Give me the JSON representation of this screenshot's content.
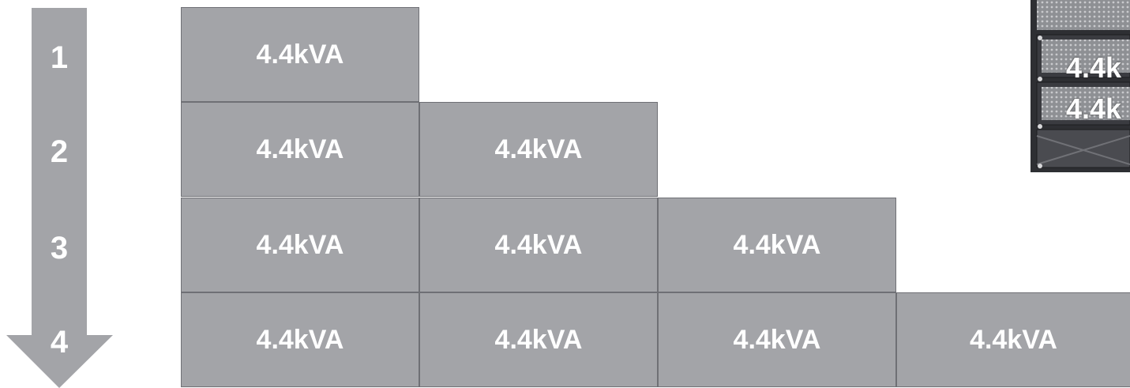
{
  "colors": {
    "arrow": "#a3a4a8",
    "cell": "#a3a4a8",
    "cell_border": "#6f7075",
    "text": "#ffffff"
  },
  "steps": [
    "1",
    "2",
    "3",
    "4"
  ],
  "rows": [
    {
      "cells": [
        "4.4kVA"
      ]
    },
    {
      "cells": [
        "4.4kVA",
        "4.4kVA"
      ]
    },
    {
      "cells": [
        "4.4kVA",
        "4.4kVA",
        "4.4kVA"
      ]
    },
    {
      "cells": [
        "4.4kVA",
        "4.4kVA",
        "4.4kVA",
        "4.4kVA"
      ]
    }
  ],
  "chassis": {
    "psu_labels": [
      "4.4k",
      "4.4k"
    ]
  }
}
